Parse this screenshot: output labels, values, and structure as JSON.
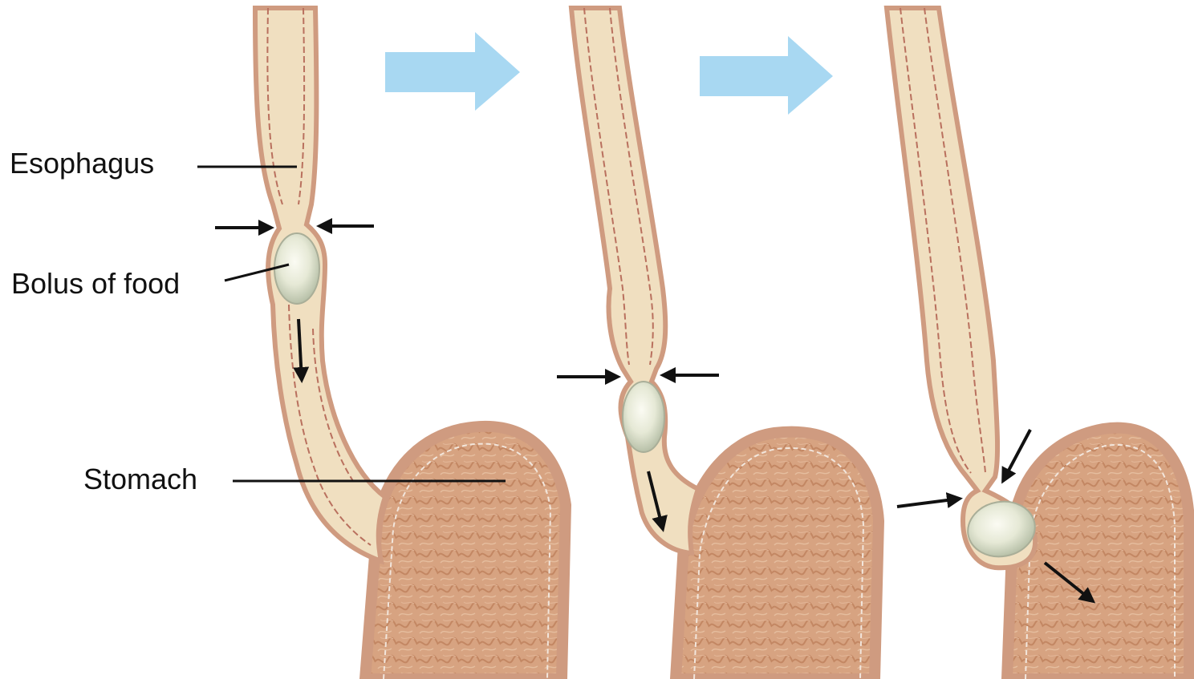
{
  "labels": {
    "esophagus": "Esophagus",
    "bolus": "Bolus of food",
    "stomach": "Stomach"
  },
  "colors": {
    "tissue": "#f0dfc0",
    "tissue_outline": "#cf9b80",
    "lining_line": "#b9705e",
    "stomach_fill": "#d6a27f",
    "stomach_texture": "#c48964",
    "bolus_fill": "#eceedf",
    "step_arrow": "#a8d8f2",
    "annotation": "#111111"
  },
  "icons": [
    "peristalsis-step-arrow",
    "constriction-arrow",
    "bolus-direction-arrow"
  ]
}
